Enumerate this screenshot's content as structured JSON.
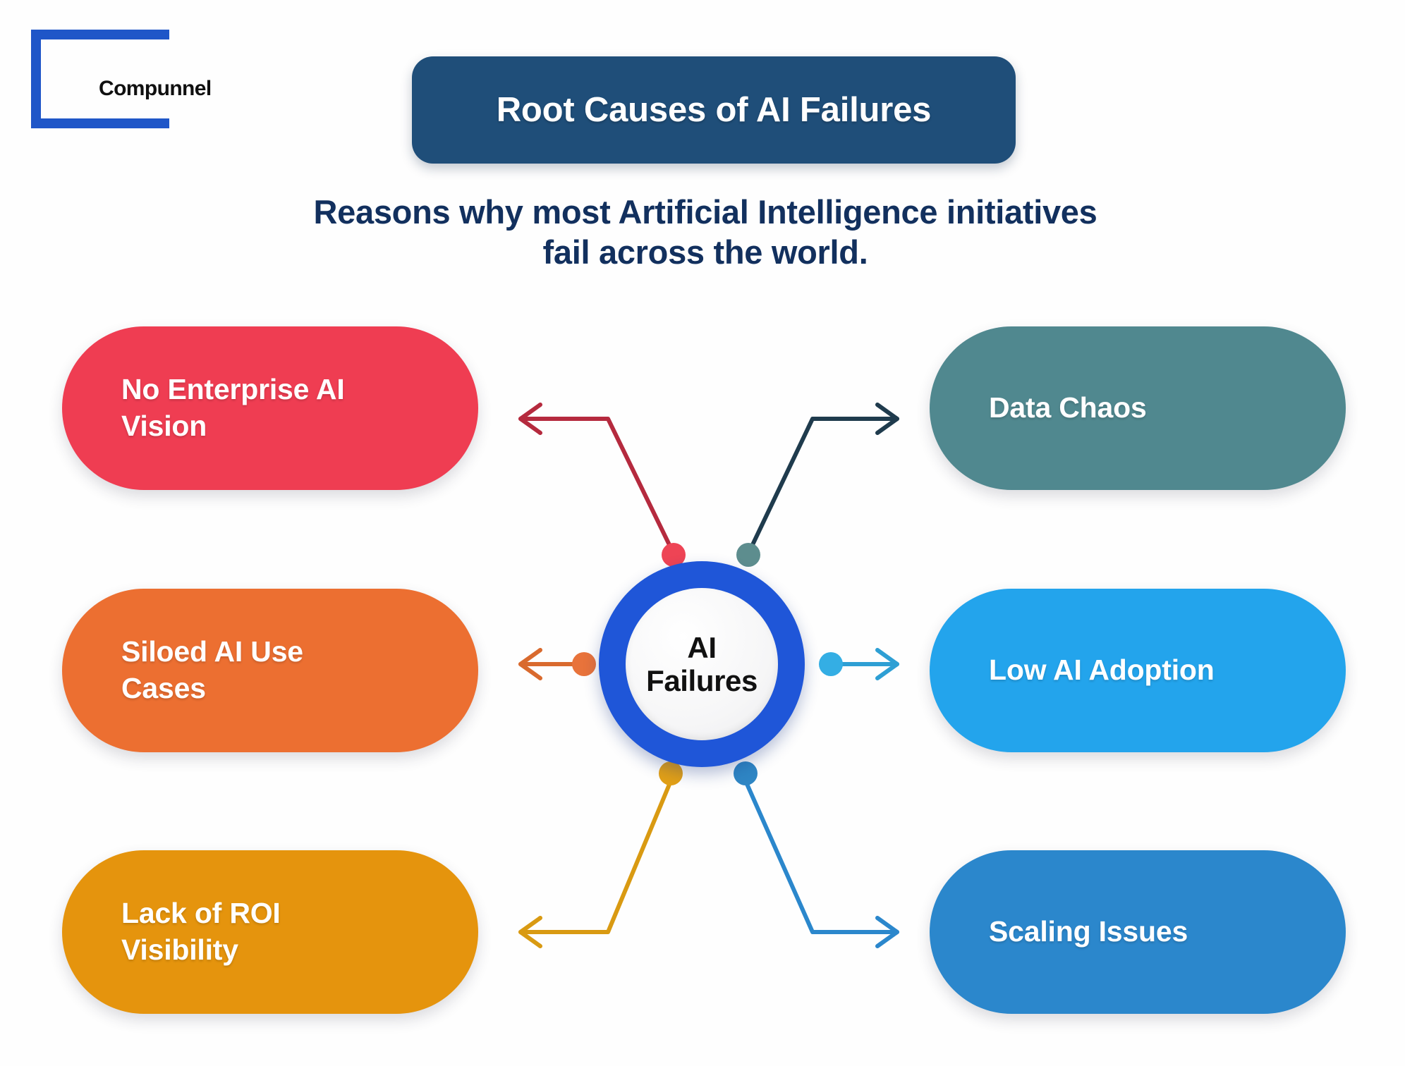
{
  "brand": {
    "logo_name": "Compunnel",
    "logo_icon": "bracket-square-icon",
    "logo_color": "#1f56c8"
  },
  "header": {
    "banner_title": "Root Causes of AI Failures",
    "banner_color": "#1f4e79",
    "subtitle_line_1": "Reasons why most Artificial Intelligence initiatives",
    "subtitle_line_2": "fail across the world.",
    "subtitle_color": "#12305e"
  },
  "center": {
    "label_line_1": "AI",
    "label_line_2": "Failures",
    "ring_color": "#1f56d8",
    "fill_color": "#f7f7f8",
    "text_color": "#111111"
  },
  "nodes": [
    {
      "id": "no-enterprise-ai-vision",
      "line_1": "No Enterprise AI",
      "line_2": "Vision",
      "color": "#ef3d52",
      "dot_color": "#ee4455",
      "connector_color": "#b52a3e",
      "side": "left"
    },
    {
      "id": "siloed-ai-use-cases",
      "line_1": "Siloed AI Use",
      "line_2": "Cases",
      "color": "#ec6f31",
      "dot_color": "#e8733b",
      "connector_color": "#d96a2e",
      "side": "left"
    },
    {
      "id": "lack-of-roi-visibility",
      "line_1": "Lack of ROI",
      "line_2": "Visibility",
      "color": "#e5940d",
      "dot_color": "#e2a016",
      "connector_color": "#d99a12",
      "side": "left"
    },
    {
      "id": "data-chaos",
      "line_1": "Data Chaos",
      "line_2": "",
      "color": "#50888f",
      "dot_color": "#5d8d8e",
      "connector_color": "#1f3b4d",
      "side": "right"
    },
    {
      "id": "low-ai-adoption",
      "line_1": "Low AI Adoption",
      "line_2": "",
      "color": "#23a4ec",
      "dot_color": "#34aee4",
      "connector_color": "#2e9fd4",
      "side": "right"
    },
    {
      "id": "scaling-issues",
      "line_1": "Scaling Issues",
      "line_2": "",
      "color": "#2b87cc",
      "dot_color": "#2f86c4",
      "connector_color": "#2b87cc",
      "side": "right"
    }
  ],
  "background_color": "#ffffff"
}
